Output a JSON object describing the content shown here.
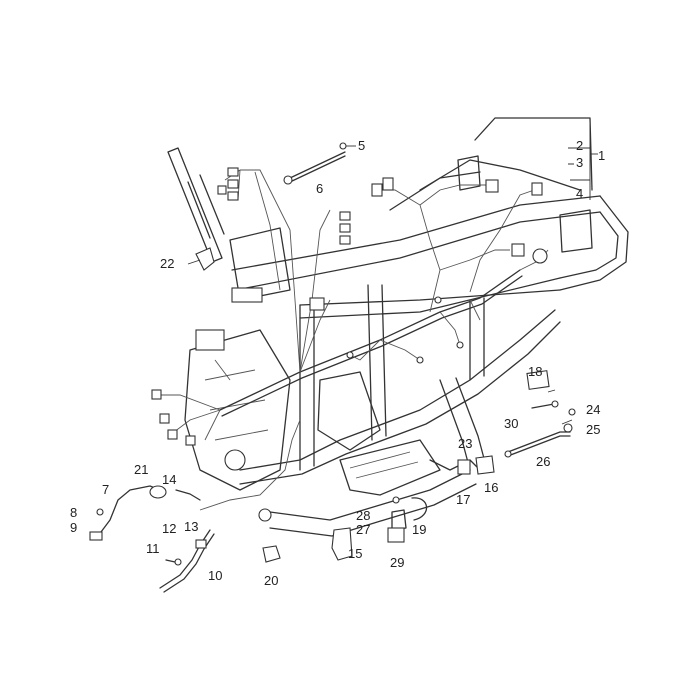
{
  "labels": [
    {
      "id": "1",
      "text": "1"
    },
    {
      "id": "2",
      "text": "2"
    },
    {
      "id": "3",
      "text": "3"
    },
    {
      "id": "4",
      "text": "4"
    },
    {
      "id": "5",
      "text": "5"
    },
    {
      "id": "6",
      "text": "6"
    },
    {
      "id": "7",
      "text": "7"
    },
    {
      "id": "8",
      "text": "8"
    },
    {
      "id": "9",
      "text": "9"
    },
    {
      "id": "10",
      "text": "10"
    },
    {
      "id": "11",
      "text": "11"
    },
    {
      "id": "12",
      "text": "12"
    },
    {
      "id": "13",
      "text": "13"
    },
    {
      "id": "14",
      "text": "14"
    },
    {
      "id": "15",
      "text": "15"
    },
    {
      "id": "16",
      "text": "16"
    },
    {
      "id": "17",
      "text": "17"
    },
    {
      "id": "18",
      "text": "18"
    },
    {
      "id": "19",
      "text": "19"
    },
    {
      "id": "20",
      "text": "20"
    },
    {
      "id": "21",
      "text": "21"
    },
    {
      "id": "22",
      "text": "22"
    },
    {
      "id": "23",
      "text": "23"
    },
    {
      "id": "24",
      "text": "24"
    },
    {
      "id": "25",
      "text": "25"
    },
    {
      "id": "26",
      "text": "26"
    },
    {
      "id": "27",
      "text": "27"
    },
    {
      "id": "28",
      "text": "28"
    },
    {
      "id": "29",
      "text": "29"
    },
    {
      "id": "30",
      "text": "30"
    }
  ]
}
